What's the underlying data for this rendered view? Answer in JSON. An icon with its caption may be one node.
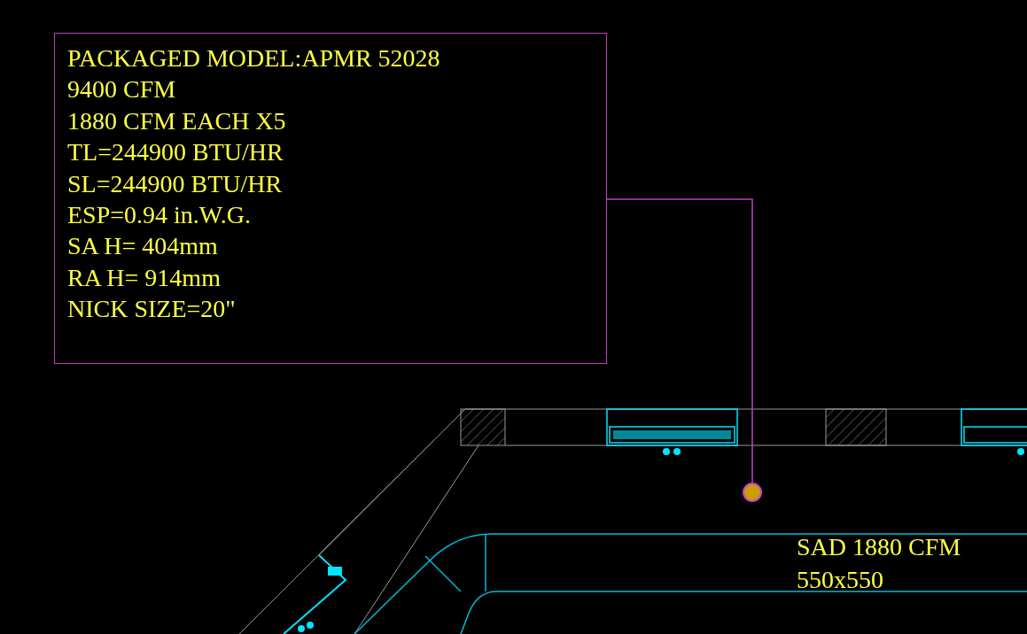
{
  "diagram": {
    "nodes": [
      {
        "text": [
          "PACKAGED MODEL:APMR 52028",
          "9400 CFM",
          "1880 CFM EACH X5",
          "TL=244900 BTU/HR",
          "SL=244900 BTU/HR",
          "ESP=0.94 in.W.G.",
          "SA H= 404mm",
          "RA H= 914mm",
          "NICK SIZE=20\""
        ]
      },
      {
        "text": [],
        "shape": "circle"
      }
    ],
    "edges": [
      {
        "from": 0,
        "to": 1,
        "arrow": "none"
      }
    ],
    "labels": [
      "SAD 1880 CFM",
      "550x550"
    ]
  }
}
